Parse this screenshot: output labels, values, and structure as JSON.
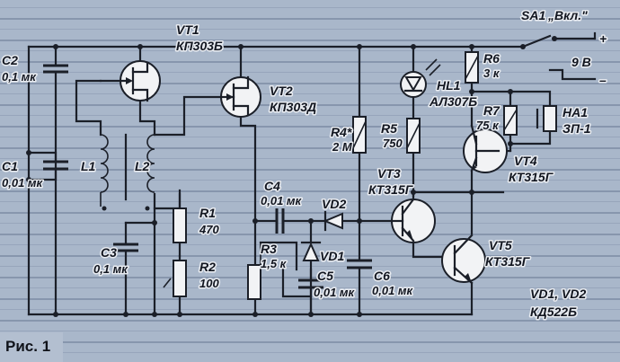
{
  "caption": "Рис. 1",
  "components": {
    "C2": {
      "ref": "C2",
      "value": "0,1 мк"
    },
    "C1": {
      "ref": "C1",
      "value": "0,01 мк"
    },
    "C3": {
      "ref": "C3",
      "value": "0,1 мк"
    },
    "C4": {
      "ref": "C4",
      "value": "0,01 мк"
    },
    "C5": {
      "ref": "C5",
      "value": "0,01 мк"
    },
    "C6": {
      "ref": "C6",
      "value": "0,01 мк"
    },
    "L1": {
      "ref": "L1"
    },
    "L2": {
      "ref": "L2"
    },
    "VT1": {
      "ref": "VT1",
      "value": "КП303Б"
    },
    "VT2": {
      "ref": "VT2",
      "value": "КП303Д"
    },
    "VT3": {
      "ref": "VT3",
      "value": "КТ315Г"
    },
    "VT4": {
      "ref": "VT4",
      "value": "КТ315Г"
    },
    "VT5": {
      "ref": "VT5",
      "value": "КТ315Г"
    },
    "R1": {
      "ref": "R1",
      "value": "470"
    },
    "R2": {
      "ref": "R2",
      "value": "100"
    },
    "R3": {
      "ref": "R3",
      "value": "1,5 к"
    },
    "R4": {
      "ref": "R4*",
      "value": "2 М"
    },
    "R5": {
      "ref": "R5",
      "value": "750"
    },
    "R6": {
      "ref": "R6",
      "value": "3 к"
    },
    "R7": {
      "ref": "R7",
      "value": "75 к"
    },
    "VD1": {
      "ref": "VD1"
    },
    "VD2": {
      "ref": "VD2"
    },
    "VD_note": {
      "ref": "VD1, VD2",
      "value": "КД522Б"
    },
    "HL1": {
      "ref": "HL1",
      "value": "АЛ307Б"
    },
    "HA1": {
      "ref": "HA1",
      "value": "ЗП-1"
    },
    "SA1": {
      "ref": "SA1",
      "value": "„Вкл.\""
    }
  },
  "supply": {
    "voltage": "9 В",
    "plus": "+",
    "minus": "–"
  }
}
